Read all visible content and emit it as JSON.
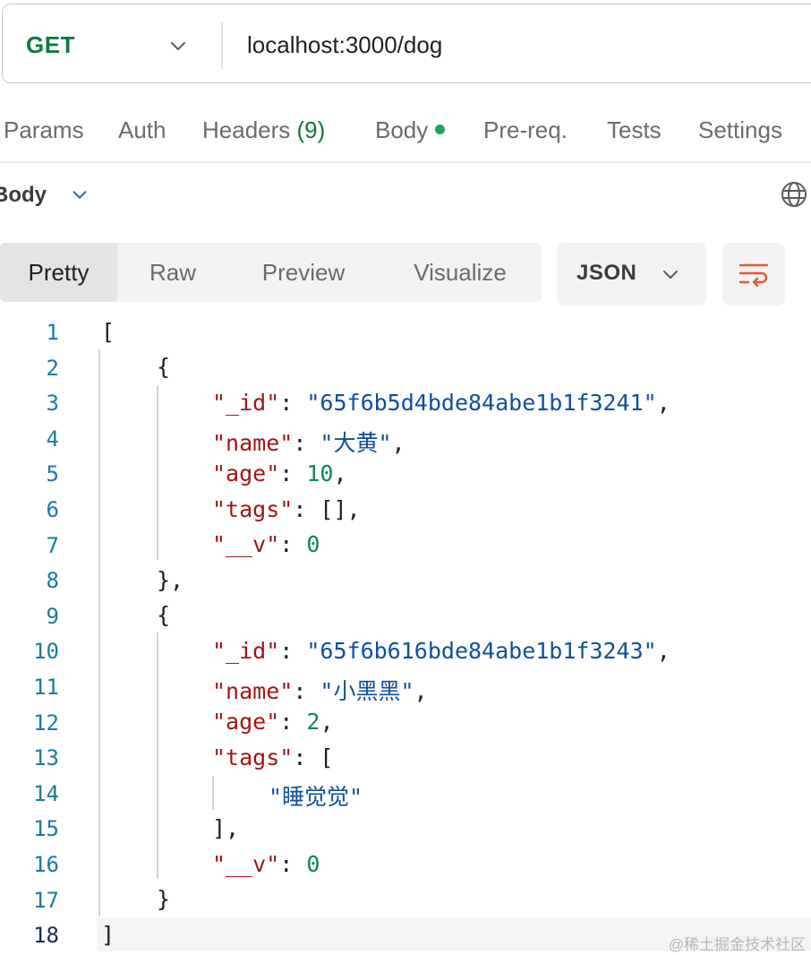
{
  "request": {
    "method": "GET",
    "url": "localhost:3000/dog",
    "method_color": "#0d7a3a"
  },
  "request_tabs": {
    "params": "Params",
    "auth": "Auth",
    "headers": "Headers",
    "headers_count": "(9)",
    "body": "Body",
    "prereq": "Pre-req.",
    "tests": "Tests",
    "settings": "Settings"
  },
  "response": {
    "body_label": "Body",
    "formats": [
      "Pretty",
      "Raw",
      "Preview",
      "Visualize"
    ],
    "active_format": "Pretty",
    "language": "JSON"
  },
  "code": {
    "line_numbers": [
      "1",
      "2",
      "3",
      "4",
      "5",
      "6",
      "7",
      "8",
      "9",
      "10",
      "11",
      "12",
      "13",
      "14",
      "15",
      "16",
      "17",
      "18"
    ],
    "current_line": "18",
    "tokens": {
      "open_bracket": "[",
      "close_bracket": "]",
      "open_brace": "{",
      "close_brace": "}",
      "close_brace_comma": "},",
      "empty_array": "[]",
      "close_array_comma": "],",
      "key_id": "\"_id\"",
      "key_name": "\"name\"",
      "key_age": "\"age\"",
      "key_tags": "\"tags\"",
      "key_v": "\"__v\"",
      "colon": ": ",
      "comma": ","
    },
    "records": [
      {
        "id": "\"65f6b5d4bde84abe1b1f3241\"",
        "name": "\"大黄\"",
        "age": "10",
        "tags": [],
        "v": "0"
      },
      {
        "id": "\"65f6b616bde84abe1b1f3243\"",
        "name": "\"小黑黑\"",
        "age": "2",
        "tags": [
          "\"睡觉觉\""
        ],
        "v": "0"
      }
    ]
  },
  "watermark": "@稀土掘金技术社区",
  "icons": {
    "method_dropdown": "chevron-down-icon",
    "body_dropdown": "chevron-down-icon",
    "network": "globe-icon",
    "json_dropdown": "chevron-down-icon",
    "wrap": "wrap-lines-icon"
  },
  "colors": {
    "key": "#a31515",
    "string": "#0e4f9b",
    "number": "#098658",
    "line_number": "#1a7aa0",
    "status_dot": "#1fa35b",
    "wrap_icon": "#e05a2b"
  }
}
